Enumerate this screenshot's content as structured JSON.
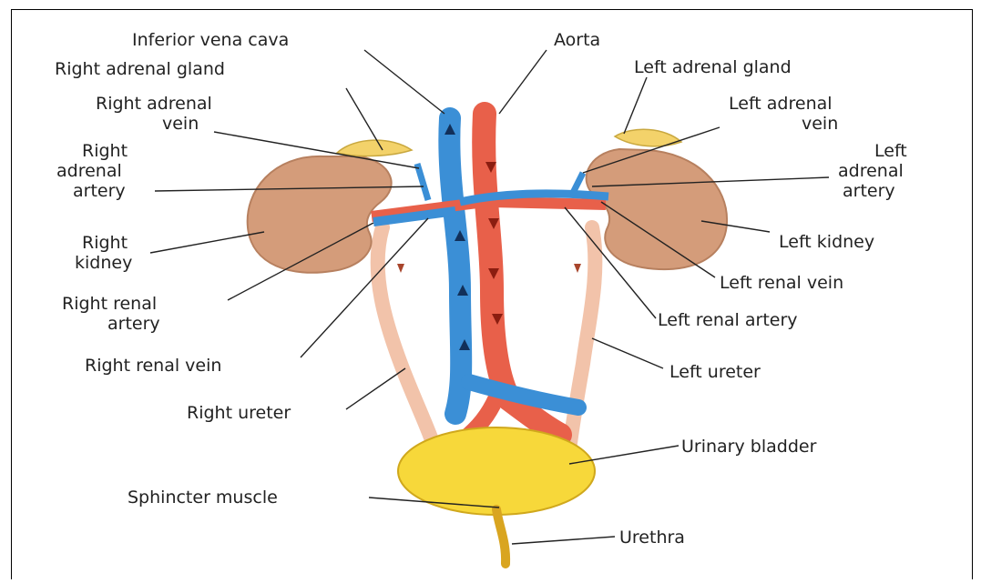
{
  "diagram": {
    "labels": {
      "inferior_vena_cava": "Inferior vena cava",
      "aorta": "Aorta",
      "right_adrenal_gland": "Right adrenal gland",
      "left_adrenal_gland": "Left adrenal gland",
      "right_adrenal_vein_1": "Right adrenal",
      "right_adrenal_vein_2": "vein",
      "left_adrenal_vein_1": "Left adrenal",
      "left_adrenal_vein_2": "vein",
      "right_adrenal_artery_1": "Right",
      "right_adrenal_artery_2": "adrenal",
      "right_adrenal_artery_3": "artery",
      "left_adrenal_artery_1": "Left",
      "left_adrenal_artery_2": "adrenal",
      "left_adrenal_artery_3": "artery",
      "right_kidney_1": "Right",
      "right_kidney_2": "kidney",
      "left_kidney": "Left kidney",
      "left_renal_vein": "Left renal vein",
      "right_renal_artery_1": "Right renal",
      "right_renal_artery_2": "artery",
      "left_renal_artery": "Left renal artery",
      "right_renal_vein": "Right renal vein",
      "left_ureter": "Left ureter",
      "right_ureter": "Right ureter",
      "urinary_bladder": "Urinary bladder",
      "sphincter_muscle": "Sphincter muscle",
      "urethra": "Urethra"
    },
    "colors": {
      "vein": "#3b8fd6",
      "artery": "#e8604a",
      "kidney": "#d49c7a",
      "adrenal": "#f3d26a",
      "ureter": "#f2c3aa",
      "bladder": "#f7d83a",
      "urethra": "#d9a520"
    }
  }
}
